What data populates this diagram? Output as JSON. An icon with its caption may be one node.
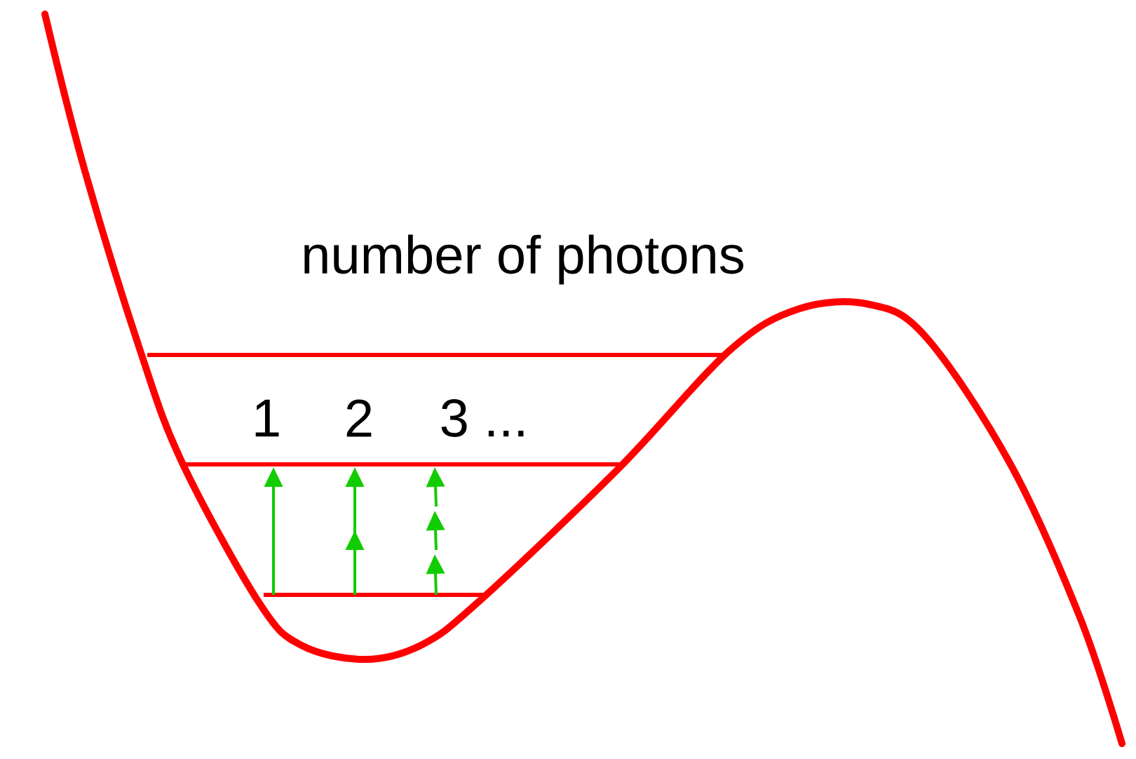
{
  "diagram": {
    "labels": [
      "number of photons",
      "1",
      "2",
      "3 ..."
    ]
  }
}
